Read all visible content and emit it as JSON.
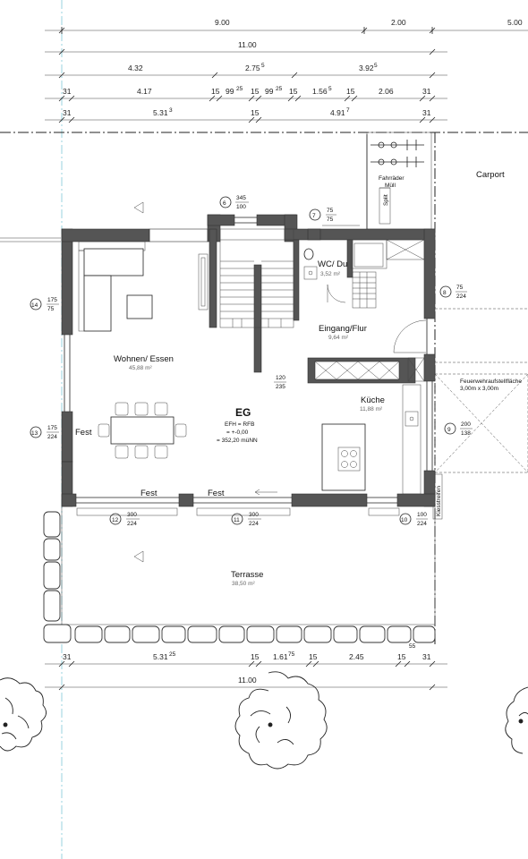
{
  "dimensions": {
    "row1": [
      "9.00",
      "2.00",
      "5.00"
    ],
    "row2": [
      "11.00"
    ],
    "row3": [
      "4.32",
      "2.75",
      "5",
      "3.92",
      "5"
    ],
    "row4": [
      "31",
      "4.17",
      "15",
      "99",
      "25",
      "15",
      "99",
      "25",
      "15",
      "1.56",
      "5",
      "15",
      "2.06",
      "31"
    ],
    "row5": [
      "31",
      "5.31",
      "3",
      "15",
      "4.91",
      "7",
      "31"
    ],
    "bottom1": [
      "31",
      "5.31",
      "25",
      "15",
      "1.61",
      "75",
      "15",
      "2.45",
      "15",
      "31"
    ],
    "bottom2": [
      "11.00"
    ],
    "small55": "55"
  },
  "rooms": {
    "living": {
      "name": "Wohnen/ Essen",
      "area": "45,88 m²"
    },
    "wc": {
      "name": "WC/ Du",
      "area": "3,52 m²"
    },
    "entry": {
      "name": "Eingang/Flur",
      "area": "9,64 m²"
    },
    "kitchen": {
      "name": "Küche",
      "area": "11,88 m²"
    },
    "terrace": {
      "name": "Terrasse",
      "area": "38,50 m²"
    },
    "carport": {
      "name": "Carport"
    },
    "bikes_line1": "Fahrräder",
    "bikes_line2": "Müll",
    "split": "Split",
    "fire_line1": "Feuerwehraufstellfläche",
    "fire_line2": "3,00m x 3,00m",
    "gravel": "Kiesstreifen"
  },
  "level": {
    "name": "EG",
    "line1": "EFH = RFB",
    "line2": "= +-0,00",
    "line3": "= 352,20 müNN"
  },
  "labels": {
    "fest_left": "Fest",
    "fest_bottom1": "Fest",
    "fest_bottom2": "Fest",
    "stair": {
      "top": "120",
      "bottom": "235"
    }
  },
  "windows": [
    {
      "num": "6",
      "top": "345",
      "bottom": "100"
    },
    {
      "num": "7",
      "top": "75",
      "bottom": "75"
    },
    {
      "num": "8",
      "top": "75",
      "bottom": "224"
    },
    {
      "num": "9",
      "top": "200",
      "bottom": "138"
    },
    {
      "num": "10",
      "top": "100",
      "bottom": "224"
    },
    {
      "num": "11",
      "top": "300",
      "bottom": "224"
    },
    {
      "num": "12",
      "top": "300",
      "bottom": "224"
    },
    {
      "num": "13",
      "top": "175",
      "bottom": "224"
    },
    {
      "num": "14",
      "top": "175",
      "bottom": "75"
    }
  ]
}
